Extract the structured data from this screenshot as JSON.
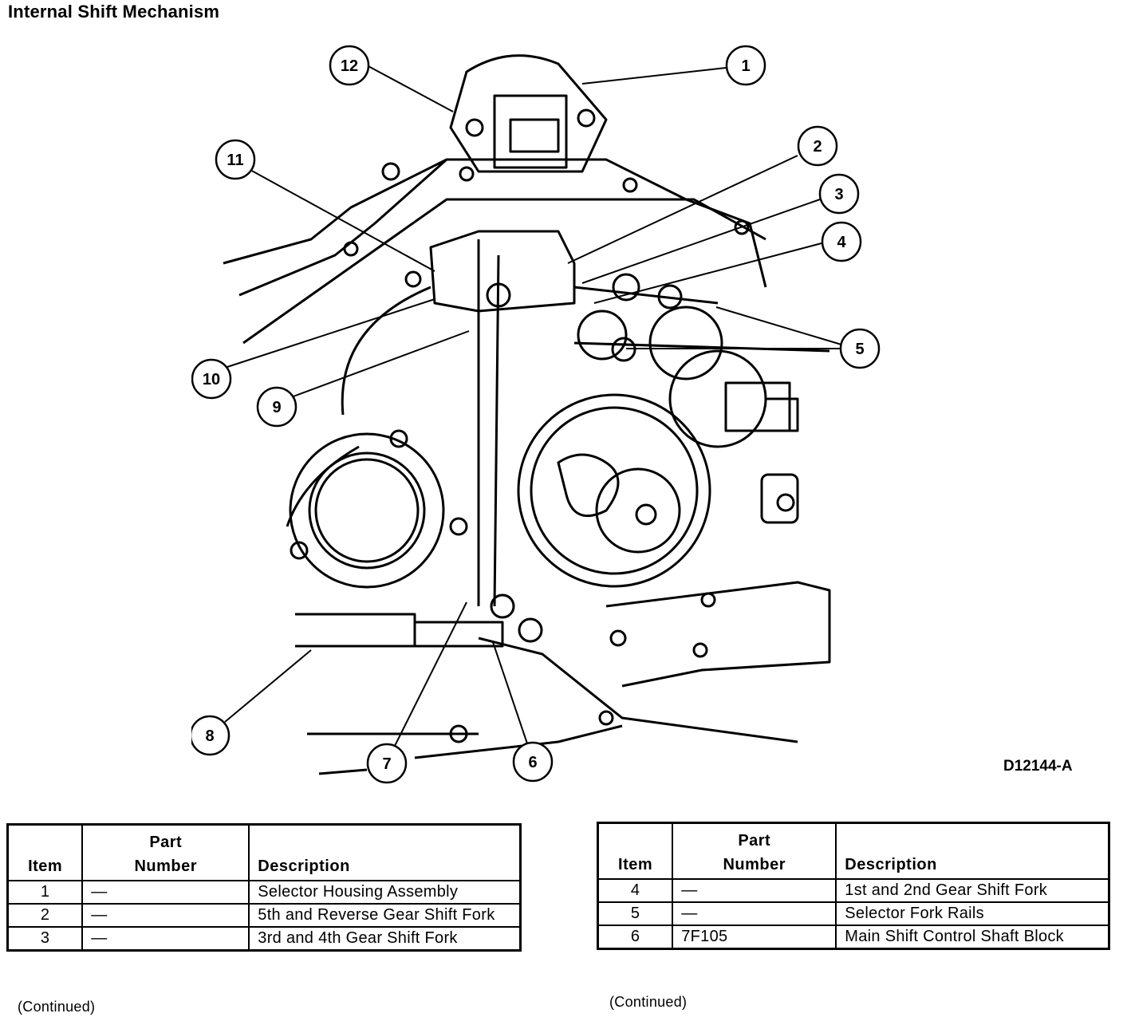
{
  "title": "Internal Shift Mechanism",
  "figure_id": "D12144-A",
  "callouts": [
    "1",
    "2",
    "3",
    "4",
    "5",
    "6",
    "7",
    "8",
    "9",
    "10",
    "11",
    "12"
  ],
  "table_left": {
    "headers": {
      "item": "Item",
      "part_line1": "Part",
      "part_line2": "Number",
      "description": "Description"
    },
    "rows": [
      {
        "item": "1",
        "part": "—",
        "description": "Selector Housing Assembly"
      },
      {
        "item": "2",
        "part": "—",
        "description": "5th and Reverse Gear Shift Fork"
      },
      {
        "item": "3",
        "part": "—",
        "description": "3rd and 4th Gear Shift Fork"
      }
    ],
    "continued": "(Continued)"
  },
  "table_right": {
    "headers": {
      "item": "Item",
      "part_line1": "Part",
      "part_line2": "Number",
      "description": "Description"
    },
    "rows": [
      {
        "item": "4",
        "part": "—",
        "description": "1st and 2nd Gear Shift Fork"
      },
      {
        "item": "5",
        "part": "—",
        "description": "Selector Fork Rails"
      },
      {
        "item": "6",
        "part": "7F105",
        "description": "Main Shift Control Shaft Block"
      }
    ],
    "continued": "(Continued)"
  }
}
